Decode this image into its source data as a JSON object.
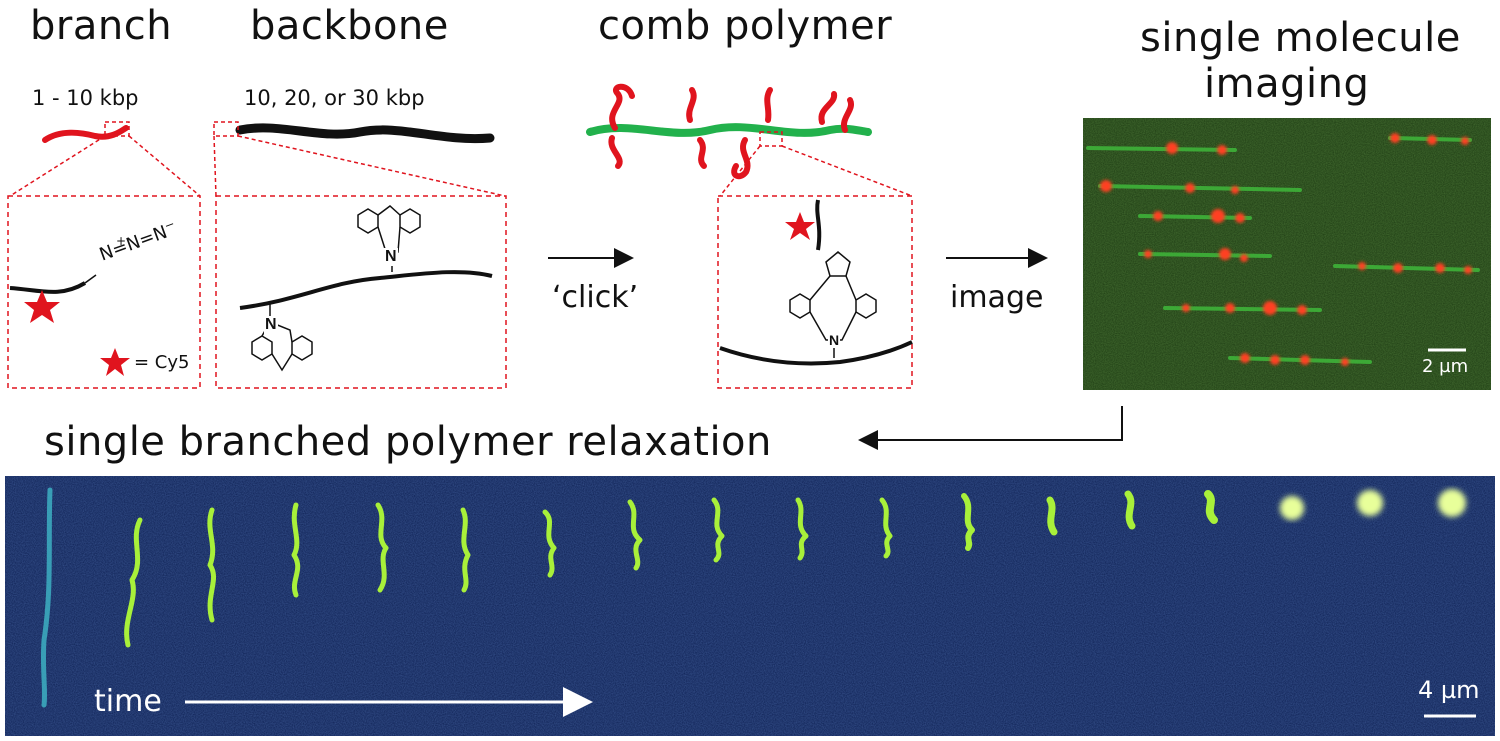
{
  "panels": {
    "branch": {
      "title": "branch",
      "length": "1 - 10 kbp"
    },
    "backbone": {
      "title": "backbone",
      "length": "10, 20, or 30 kbp"
    },
    "comb": {
      "title": "comb polymer"
    },
    "imaging": {
      "title_line1": "single molecule",
      "title_line2": "imaging",
      "scale_bar": "2 µm"
    },
    "relaxation": {
      "title": "single branched polymer relaxation",
      "time_label": "time",
      "scale_bar": "4 µm"
    }
  },
  "arrows": {
    "click": "‘click’",
    "image": "image"
  },
  "chem": {
    "azide": "N=N=N",
    "azide_plus": "+",
    "azide_minus": "−",
    "cy5_legend": "= Cy5",
    "nitrogen": "N"
  },
  "colors": {
    "branch": "#e0141e",
    "backbone": "#111111",
    "comb_backbone": "#22b14c",
    "dashed": "#e0141e",
    "micrograph_bg": "#1c3a12",
    "relax_bg": "#0d1f52",
    "relax_signal": "#a8f03a"
  }
}
